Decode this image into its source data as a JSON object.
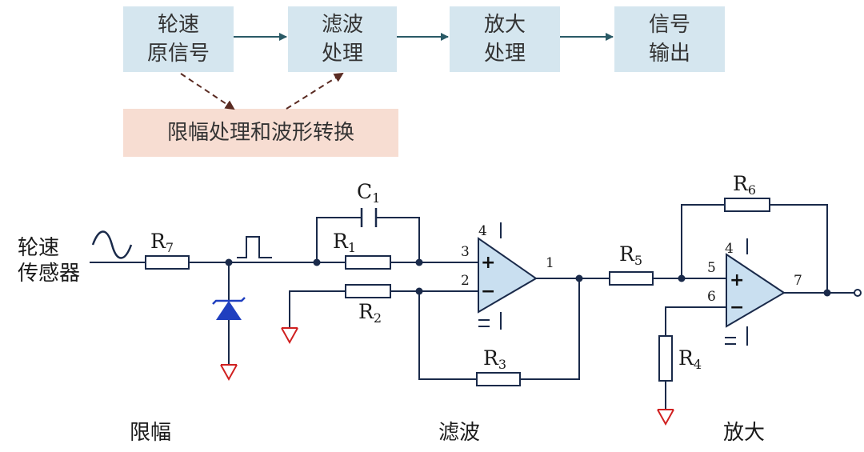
{
  "colors": {
    "box_blue": "#d5e6ef",
    "box_peach": "#f7ddd2",
    "arrow": "#2a5a66",
    "dashed_arrow": "#5a2b22",
    "wire": "#1a2a4a",
    "op_amp_fill": "#c9dff0",
    "diode": "#1f3fbf",
    "ground": "#d02020"
  },
  "blocks": {
    "wheel_signal": [
      "轮速",
      "原信号"
    ],
    "filter": [
      "滤波",
      "处理"
    ],
    "amplify": [
      "放大",
      "处理"
    ],
    "output": [
      "信号",
      "输出"
    ],
    "limit_shape": "限幅处理和波形转换"
  },
  "circuit": {
    "sensor_label": [
      "轮速",
      "传感器"
    ],
    "components": {
      "C1": {
        "letter": "C",
        "sub": "1"
      },
      "R1": {
        "letter": "R",
        "sub": "1"
      },
      "R2": {
        "letter": "R",
        "sub": "2"
      },
      "R3": {
        "letter": "R",
        "sub": "3"
      },
      "R4": {
        "letter": "R",
        "sub": "4"
      },
      "R5": {
        "letter": "R",
        "sub": "5"
      },
      "R6": {
        "letter": "R",
        "sub": "6"
      },
      "R7": {
        "letter": "R",
        "sub": "7"
      }
    },
    "opamp1_pins": {
      "noninv": "3",
      "inv": "2",
      "out": "1",
      "vpos": "4"
    },
    "opamp2_pins": {
      "noninv": "5",
      "inv": "6",
      "out": "7",
      "vpos": "4"
    },
    "signs": {
      "plus": "+",
      "minus": "−"
    }
  },
  "section_labels": {
    "limit": "限幅",
    "filter": "滤波",
    "amplify": "放大"
  }
}
